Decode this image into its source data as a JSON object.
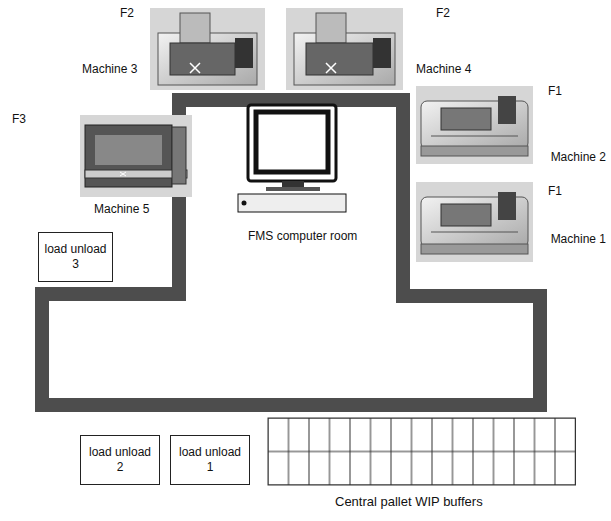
{
  "diagram": {
    "nodes": [
      {
        "text": [
          "load unload 3"
        ]
      },
      {
        "text": [
          "load unload 2"
        ]
      },
      {
        "text": [
          "load unload 1"
        ]
      }
    ],
    "labels": [
      "F2",
      "F2",
      "Machine 3",
      "Machine 4",
      "F3",
      "F1",
      "Machine 2",
      "F1",
      "Machine 1",
      "Machine 5",
      "FMS computer room",
      "Central pallet WIP buffers"
    ]
  }
}
